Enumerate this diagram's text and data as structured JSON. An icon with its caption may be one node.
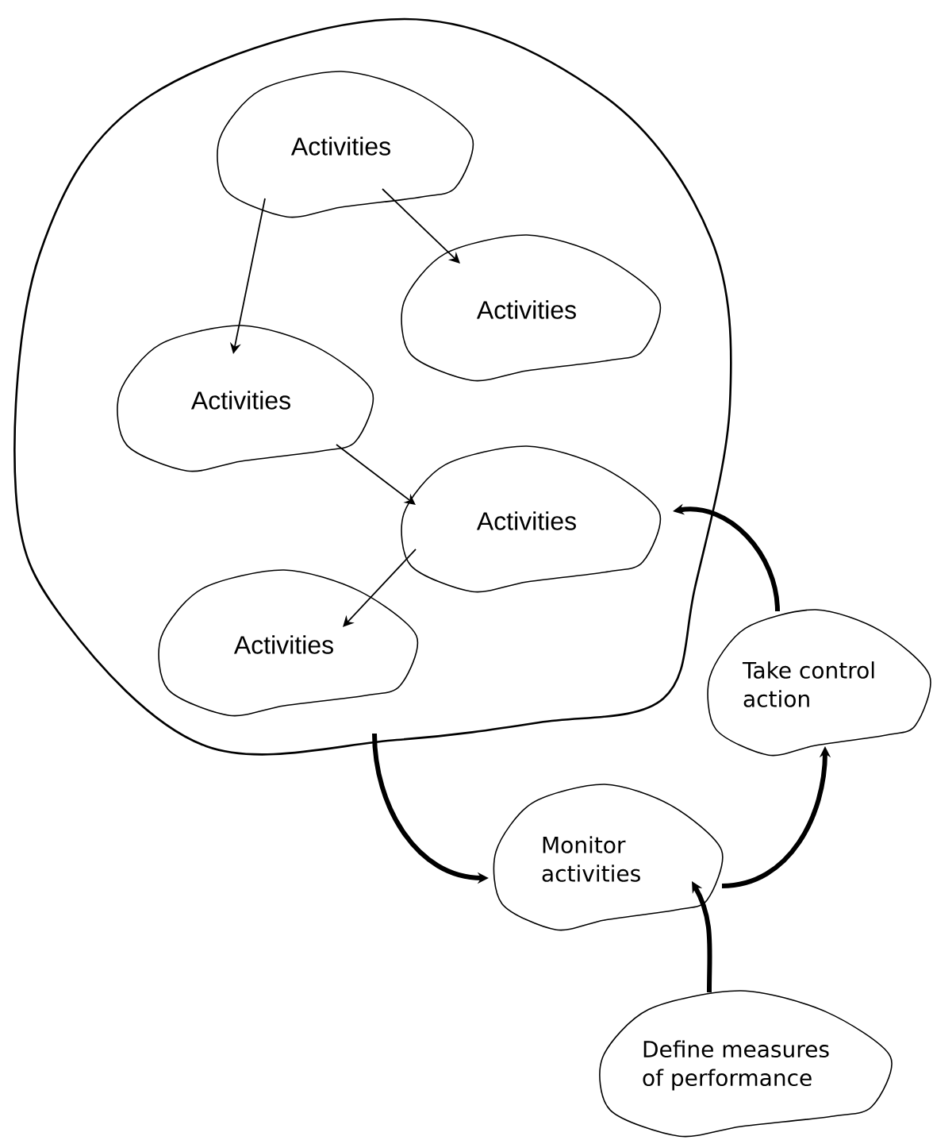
{
  "diagram": {
    "nodes": [
      {
        "text": [],
        "shape": "blob"
      },
      {
        "text": [
          "Activities"
        ],
        "in": 0
      },
      {
        "text": [
          "Activities"
        ],
        "in": 0
      },
      {
        "text": [
          "Activities"
        ],
        "in": 0
      },
      {
        "text": [
          "Activities"
        ],
        "in": 0
      },
      {
        "text": [
          "Activities"
        ],
        "in": 0
      },
      {
        "text": [
          "Take control action"
        ]
      },
      {
        "text": [
          "Monitor activities"
        ]
      },
      {
        "text": [
          "Define measures of performance"
        ]
      }
    ],
    "edges": [
      {
        "from": 1,
        "to": 3,
        "arrow": "to"
      },
      {
        "from": 1,
        "to": 2,
        "arrow": "to"
      },
      {
        "from": 3,
        "to": 4,
        "arrow": "to"
      },
      {
        "from": 4,
        "to": 5,
        "arrow": "to"
      },
      {
        "from": 0,
        "to": 7,
        "arrow": "to",
        "style": "thick"
      },
      {
        "from": 7,
        "to": 6,
        "arrow": "to",
        "style": "thick"
      },
      {
        "from": 6,
        "to": 4,
        "arrow": "to",
        "style": "thick"
      },
      {
        "from": 8,
        "to": 7,
        "arrow": "to",
        "style": "thick"
      }
    ]
  }
}
